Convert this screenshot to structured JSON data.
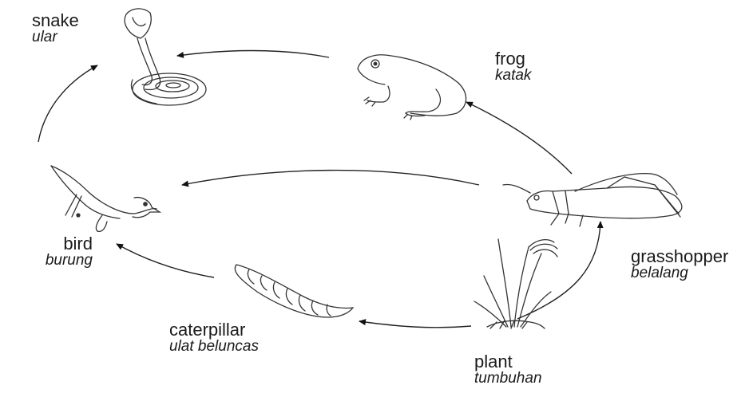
{
  "organisms": {
    "snake": {
      "en": "snake",
      "ms": "ular"
    },
    "frog": {
      "en": "frog",
      "ms": "katak"
    },
    "bird": {
      "en": "bird",
      "ms": "burung"
    },
    "grasshopper": {
      "en": "grasshopper",
      "ms": "belalang"
    },
    "caterpillar": {
      "en": "caterpillar",
      "ms": "ulat beluncas"
    },
    "plant": {
      "en": "plant",
      "ms": "tumbuhan"
    }
  },
  "icons": {
    "snake": "snake-icon",
    "frog": "frog-icon",
    "bird": "bird-icon",
    "grasshopper": "grasshopper-icon",
    "caterpillar": "caterpillar-icon",
    "plant": "plant-icon"
  },
  "colors": {
    "ink": "#1a1a1a",
    "background": "#ffffff"
  }
}
